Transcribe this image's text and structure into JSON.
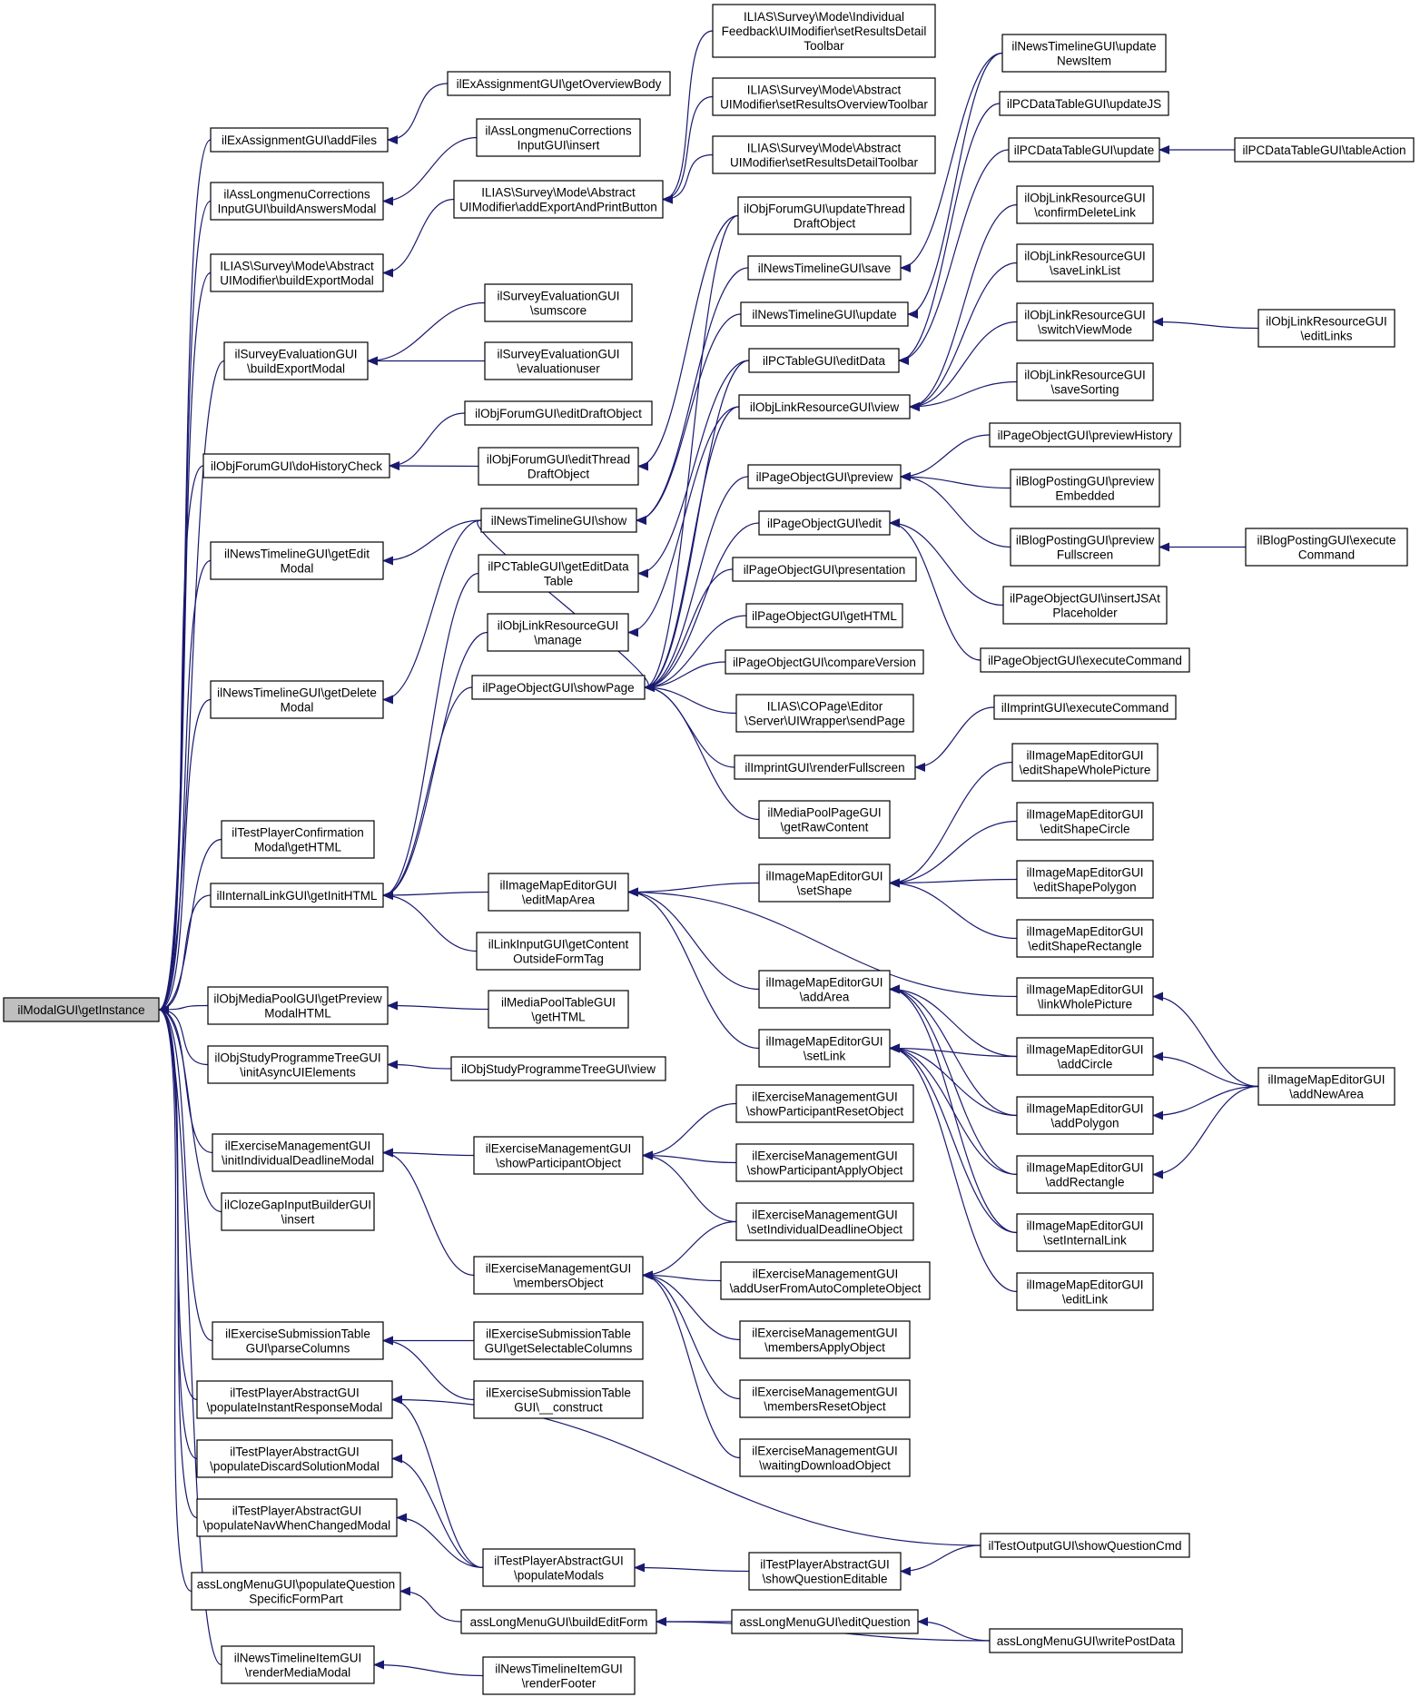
{
  "edge_color": "#191970",
  "root_fill": "#bfbfbf",
  "nodes": {
    "root": [
      "ilModalGUI\\getInstance"
    ],
    "a1": [
      "ilExAssignmentGUI\\addFiles"
    ],
    "a2": [
      "ilAssLongmenuCorrections",
      "InputGUI\\buildAnswersModal"
    ],
    "a3": [
      "ILIAS\\Survey\\Mode\\Abstract",
      "UIModifier\\buildExportModal"
    ],
    "a4": [
      "ilSurveyEvaluationGUI",
      "\\buildExportModal"
    ],
    "a5": [
      "ilObjForumGUI\\doHistoryCheck"
    ],
    "a6": [
      "ilNewsTimelineGUI\\getEdit",
      "Modal"
    ],
    "a7": [
      "ilNewsTimelineGUI\\getDelete",
      "Modal"
    ],
    "a8": [
      "ilTestPlayerConfirmation",
      "Modal\\getHTML"
    ],
    "a9": [
      "ilInternalLinkGUI\\getInitHTML"
    ],
    "a10": [
      "ilObjMediaPoolGUI\\getPreview",
      "ModalHTML"
    ],
    "a11": [
      "ilObjStudyProgrammeTreeGUI",
      "\\initAsyncUIElements"
    ],
    "a12": [
      "ilExerciseManagementGUI",
      "\\initIndividualDeadlineModal"
    ],
    "a13": [
      "ilClozeGapInputBuilderGUI",
      "\\insert"
    ],
    "a14": [
      "ilExerciseSubmissionTable",
      "GUI\\parseColumns"
    ],
    "a15": [
      "ilTestPlayerAbstractGUI",
      "\\populateInstantResponseModal"
    ],
    "a16": [
      "ilTestPlayerAbstractGUI",
      "\\populateDiscardSolutionModal"
    ],
    "a17": [
      "ilTestPlayerAbstractGUI",
      "\\populateNavWhenChangedModal"
    ],
    "a18": [
      "assLongMenuGUI\\populateQuestion",
      "SpecificFormPart"
    ],
    "a19": [
      "ilNewsTimelineItemGUI",
      "\\renderMediaModal"
    ],
    "b1": [
      "ilExAssignmentGUI\\getOverviewBody"
    ],
    "b2": [
      "ilAssLongmenuCorrections",
      "InputGUI\\insert"
    ],
    "b3": [
      "ILIAS\\Survey\\Mode\\Abstract",
      "UIModifier\\addExportAndPrintButton"
    ],
    "b4": [
      "ilSurveyEvaluationGUI",
      "\\sumscore"
    ],
    "b5": [
      "ilSurveyEvaluationGUI",
      "\\evaluationuser"
    ],
    "b6": [
      "ilObjForumGUI\\editDraftObject"
    ],
    "b7": [
      "ilObjForumGUI\\editThread",
      "DraftObject"
    ],
    "b8": [
      "ilNewsTimelineGUI\\show"
    ],
    "b9": [
      "ilPCTableGUI\\getEditData",
      "Table"
    ],
    "b10": [
      "ilObjLinkResourceGUI",
      "\\manage"
    ],
    "b11": [
      "ilPageObjectGUI\\showPage"
    ],
    "b12": [
      "ilImageMapEditorGUI",
      "\\editMapArea"
    ],
    "b13": [
      "ilLinkInputGUI\\getContent",
      "OutsideFormTag"
    ],
    "b14": [
      "ilMediaPoolTableGUI",
      "\\getHTML"
    ],
    "b15": [
      "ilObjStudyProgrammeTreeGUI\\view"
    ],
    "b16": [
      "ilExerciseManagementGUI",
      "\\showParticipantObject"
    ],
    "b17": [
      "ilExerciseManagementGUI",
      "\\membersObject"
    ],
    "b18": [
      "ilExerciseSubmissionTable",
      "GUI\\getSelectableColumns"
    ],
    "b19": [
      "ilExerciseSubmissionTable",
      "GUI\\__construct"
    ],
    "b20": [
      "ilTestPlayerAbstractGUI",
      "\\populateModals"
    ],
    "b21": [
      "assLongMenuGUI\\buildEditForm"
    ],
    "b22": [
      "ilNewsTimelineItemGUI",
      "\\renderFooter"
    ],
    "c1": [
      "ILIAS\\Survey\\Mode\\Individual",
      "Feedback\\UIModifier\\setResultsDetail",
      "Toolbar"
    ],
    "c2": [
      "ILIAS\\Survey\\Mode\\Abstract",
      "UIModifier\\setResultsOverviewToolbar"
    ],
    "c3": [
      "ILIAS\\Survey\\Mode\\Abstract",
      "UIModifier\\setResultsDetailToolbar"
    ],
    "c4": [
      "ilObjForumGUI\\updateThread",
      "DraftObject"
    ],
    "c5": [
      "ilNewsTimelineGUI\\save"
    ],
    "c6": [
      "ilNewsTimelineGUI\\update"
    ],
    "c7": [
      "ilPCTableGUI\\editData"
    ],
    "c8": [
      "ilObjLinkResourceGUI\\view"
    ],
    "c9": [
      "ilPageObjectGUI\\preview"
    ],
    "c10": [
      "ilPageObjectGUI\\edit"
    ],
    "c11": [
      "ilPageObjectGUI\\presentation"
    ],
    "c12": [
      "ilPageObjectGUI\\getHTML"
    ],
    "c13": [
      "ilPageObjectGUI\\compareVersion"
    ],
    "c14": [
      "ILIAS\\COPage\\Editor",
      "\\Server\\UIWrapper\\sendPage"
    ],
    "c15": [
      "ilImprintGUI\\renderFullscreen"
    ],
    "c16": [
      "ilMediaPoolPageGUI",
      "\\getRawContent"
    ],
    "c17": [
      "ilImageMapEditorGUI",
      "\\setShape"
    ],
    "c18": [
      "ilImageMapEditorGUI",
      "\\addArea"
    ],
    "c19": [
      "ilImageMapEditorGUI",
      "\\setLink"
    ],
    "c20": [
      "ilExerciseManagementGUI",
      "\\showParticipantResetObject"
    ],
    "c21": [
      "ilExerciseManagementGUI",
      "\\showParticipantApplyObject"
    ],
    "c22": [
      "ilExerciseManagementGUI",
      "\\setIndividualDeadlineObject"
    ],
    "c23": [
      "ilExerciseManagementGUI",
      "\\addUserFromAutoCompleteObject"
    ],
    "c24": [
      "ilExerciseManagementGUI",
      "\\membersApplyObject"
    ],
    "c25": [
      "ilExerciseManagementGUI",
      "\\membersResetObject"
    ],
    "c26": [
      "ilExerciseManagementGUI",
      "\\waitingDownloadObject"
    ],
    "c27": [
      "ilTestPlayerAbstractGUI",
      "\\showQuestionEditable"
    ],
    "c28": [
      "assLongMenuGUI\\editQuestion"
    ],
    "d1": [
      "ilNewsTimelineGUI\\update",
      "NewsItem"
    ],
    "d2": [
      "ilPCDataTableGUI\\updateJS"
    ],
    "d3": [
      "ilPCDataTableGUI\\update"
    ],
    "d4": [
      "ilObjLinkResourceGUI",
      "\\confirmDeleteLink"
    ],
    "d5": [
      "ilObjLinkResourceGUI",
      "\\saveLinkList"
    ],
    "d6": [
      "ilObjLinkResourceGUI",
      "\\switchViewMode"
    ],
    "d7": [
      "ilObjLinkResourceGUI",
      "\\saveSorting"
    ],
    "d8": [
      "ilPageObjectGUI\\previewHistory"
    ],
    "d9": [
      "ilBlogPostingGUI\\preview",
      "Embedded"
    ],
    "d10": [
      "ilBlogPostingGUI\\preview",
      "Fullscreen"
    ],
    "d11": [
      "ilPageObjectGUI\\insertJSAt",
      "Placeholder"
    ],
    "d12": [
      "ilPageObjectGUI\\executeCommand"
    ],
    "d13": [
      "ilImprintGUI\\executeCommand"
    ],
    "d14": [
      "ilImageMapEditorGUI",
      "\\editShapeWholePicture"
    ],
    "d15": [
      "ilImageMapEditorGUI",
      "\\editShapeCircle"
    ],
    "d16": [
      "ilImageMapEditorGUI",
      "\\editShapePolygon"
    ],
    "d17": [
      "ilImageMapEditorGUI",
      "\\editShapeRectangle"
    ],
    "d18": [
      "ilImageMapEditorGUI",
      "\\linkWholePicture"
    ],
    "d19": [
      "ilImageMapEditorGUI",
      "\\addCircle"
    ],
    "d20": [
      "ilImageMapEditorGUI",
      "\\addPolygon"
    ],
    "d21": [
      "ilImageMapEditorGUI",
      "\\addRectangle"
    ],
    "d22": [
      "ilImageMapEditorGUI",
      "\\setInternalLink"
    ],
    "d23": [
      "ilImageMapEditorGUI",
      "\\editLink"
    ],
    "d24": [
      "ilTestOutputGUI\\showQuestionCmd"
    ],
    "d25": [
      "assLongMenuGUI\\writePostData"
    ],
    "e1": [
      "ilPCDataTableGUI\\tableAction"
    ],
    "e2": [
      "ilObjLinkResourceGUI",
      "\\editLinks"
    ],
    "e3": [
      "ilBlogPostingGUI\\execute",
      "Command"
    ],
    "e4": [
      "ilImageMapEditorGUI",
      "\\addNewArea"
    ]
  },
  "edges": [
    [
      "a1",
      "root"
    ],
    [
      "a2",
      "root"
    ],
    [
      "a3",
      "root"
    ],
    [
      "a4",
      "root"
    ],
    [
      "a5",
      "root"
    ],
    [
      "a6",
      "root"
    ],
    [
      "a7",
      "root"
    ],
    [
      "a8",
      "root"
    ],
    [
      "a9",
      "root"
    ],
    [
      "a10",
      "root"
    ],
    [
      "a11",
      "root"
    ],
    [
      "a12",
      "root"
    ],
    [
      "a13",
      "root"
    ],
    [
      "a14",
      "root"
    ],
    [
      "a15",
      "root"
    ],
    [
      "a16",
      "root"
    ],
    [
      "a17",
      "root"
    ],
    [
      "a18",
      "root"
    ],
    [
      "a19",
      "root"
    ],
    [
      "b1",
      "a1"
    ],
    [
      "b2",
      "a2"
    ],
    [
      "b3",
      "a3"
    ],
    [
      "b4",
      "a4"
    ],
    [
      "b5",
      "a4"
    ],
    [
      "b6",
      "a5"
    ],
    [
      "b7",
      "a5"
    ],
    [
      "b8",
      "a6"
    ],
    [
      "b8",
      "a7"
    ],
    [
      "b9",
      "a9"
    ],
    [
      "b10",
      "a9"
    ],
    [
      "b11",
      "a9"
    ],
    [
      "b12",
      "a9"
    ],
    [
      "b13",
      "a9"
    ],
    [
      "b14",
      "a10"
    ],
    [
      "b15",
      "a11"
    ],
    [
      "b16",
      "a12"
    ],
    [
      "b17",
      "a12"
    ],
    [
      "b18",
      "a14"
    ],
    [
      "b19",
      "a14"
    ],
    [
      "b20",
      "a15"
    ],
    [
      "b20",
      "a16"
    ],
    [
      "b20",
      "a17"
    ],
    [
      "b21",
      "a18"
    ],
    [
      "b22",
      "a19"
    ],
    [
      "c1",
      "b3"
    ],
    [
      "c2",
      "b3"
    ],
    [
      "c3",
      "b3"
    ],
    [
      "c4",
      "b7"
    ],
    [
      "c5",
      "b8"
    ],
    [
      "c6",
      "b8"
    ],
    [
      "c7",
      "b9"
    ],
    [
      "c8",
      "b10"
    ],
    [
      "c9",
      "b11"
    ],
    [
      "c10",
      "b11"
    ],
    [
      "c11",
      "b11"
    ],
    [
      "c12",
      "b11"
    ],
    [
      "c13",
      "b11"
    ],
    [
      "c14",
      "b11"
    ],
    [
      "c15",
      "b11"
    ],
    [
      "c16",
      "b11"
    ],
    [
      "c17",
      "b12"
    ],
    [
      "c18",
      "b12"
    ],
    [
      "c19",
      "b12"
    ],
    [
      "d18",
      "b12"
    ],
    [
      "c20",
      "b16"
    ],
    [
      "c21",
      "b16"
    ],
    [
      "c22",
      "b16"
    ],
    [
      "c22",
      "b17"
    ],
    [
      "c23",
      "b17"
    ],
    [
      "c24",
      "b17"
    ],
    [
      "c25",
      "b17"
    ],
    [
      "c26",
      "b17"
    ],
    [
      "c27",
      "b20"
    ],
    [
      "c28",
      "b21"
    ],
    [
      "d25",
      "b21"
    ],
    [
      "d1",
      "c5"
    ],
    [
      "d1",
      "c6"
    ],
    [
      "d2",
      "c7"
    ],
    [
      "d3",
      "c7"
    ],
    [
      "d4",
      "c8"
    ],
    [
      "d5",
      "c8"
    ],
    [
      "d6",
      "c8"
    ],
    [
      "d7",
      "c8"
    ],
    [
      "d8",
      "c9"
    ],
    [
      "d9",
      "c9"
    ],
    [
      "d10",
      "c9"
    ],
    [
      "d11",
      "c10"
    ],
    [
      "d12",
      "c10"
    ],
    [
      "d13",
      "c15"
    ],
    [
      "d14",
      "c17"
    ],
    [
      "d15",
      "c17"
    ],
    [
      "d16",
      "c17"
    ],
    [
      "d17",
      "c17"
    ],
    [
      "d19",
      "c18"
    ],
    [
      "d20",
      "c18"
    ],
    [
      "d21",
      "c18"
    ],
    [
      "d22",
      "c18"
    ],
    [
      "d22",
      "c19"
    ],
    [
      "d23",
      "c19"
    ],
    [
      "d19",
      "c19"
    ],
    [
      "d20",
      "c19"
    ],
    [
      "d21",
      "c19"
    ],
    [
      "d24",
      "c27"
    ],
    [
      "d24",
      "a15"
    ],
    [
      "d25",
      "c28"
    ],
    [
      "e1",
      "d3"
    ],
    [
      "e2",
      "d6"
    ],
    [
      "e3",
      "d10"
    ],
    [
      "e4",
      "d18"
    ],
    [
      "e4",
      "d19"
    ],
    [
      "e4",
      "d20"
    ],
    [
      "e4",
      "d21"
    ],
    [
      "c8",
      "b11"
    ],
    [
      "c4",
      "b11"
    ],
    [
      "c7",
      "b11"
    ],
    [
      "b8",
      "b11"
    ]
  ]
}
